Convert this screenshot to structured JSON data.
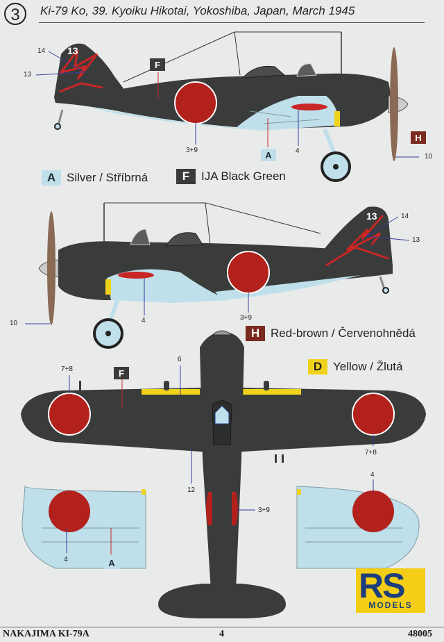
{
  "profile_number": "3",
  "title": "Ki-79 Ko, 39. Kyoiku Hikotai, Yokoshiba, Japan, March 1945",
  "tail_number": "13",
  "legend": [
    {
      "code": "A",
      "label": "Silver / Stříbrná",
      "color": "#bfdfea"
    },
    {
      "code": "F",
      "label": "IJA Black Green",
      "color": "#3a3c3b"
    },
    {
      "code": "H",
      "label": "Red-brown / Červenohnědá",
      "color": "#7a2a1f"
    },
    {
      "code": "D",
      "label": "Yellow / Žlutá",
      "color": "#f1d21b"
    }
  ],
  "callouts": {
    "c14": "14",
    "c13": "13",
    "c3_9": "3+9",
    "c4": "4",
    "c10": "10",
    "c7_8": "7+8",
    "c6": "6",
    "c12": "12"
  },
  "markers": {
    "a": "A",
    "f": "F",
    "h": "H"
  },
  "colors": {
    "dark_green": "#3a3c3b",
    "silver": "#bfdfea",
    "hinomaru": "#b3211c",
    "lightning": "#c92626",
    "yellow": "#f1d21b",
    "propeller": "#8a6a55",
    "callout_line": "#3a3a9a"
  },
  "logo": {
    "main": "RS",
    "sub": "MODELS"
  },
  "footer": {
    "left": "NAKAJIMA KI-79A",
    "center": "4",
    "right": "48005"
  }
}
